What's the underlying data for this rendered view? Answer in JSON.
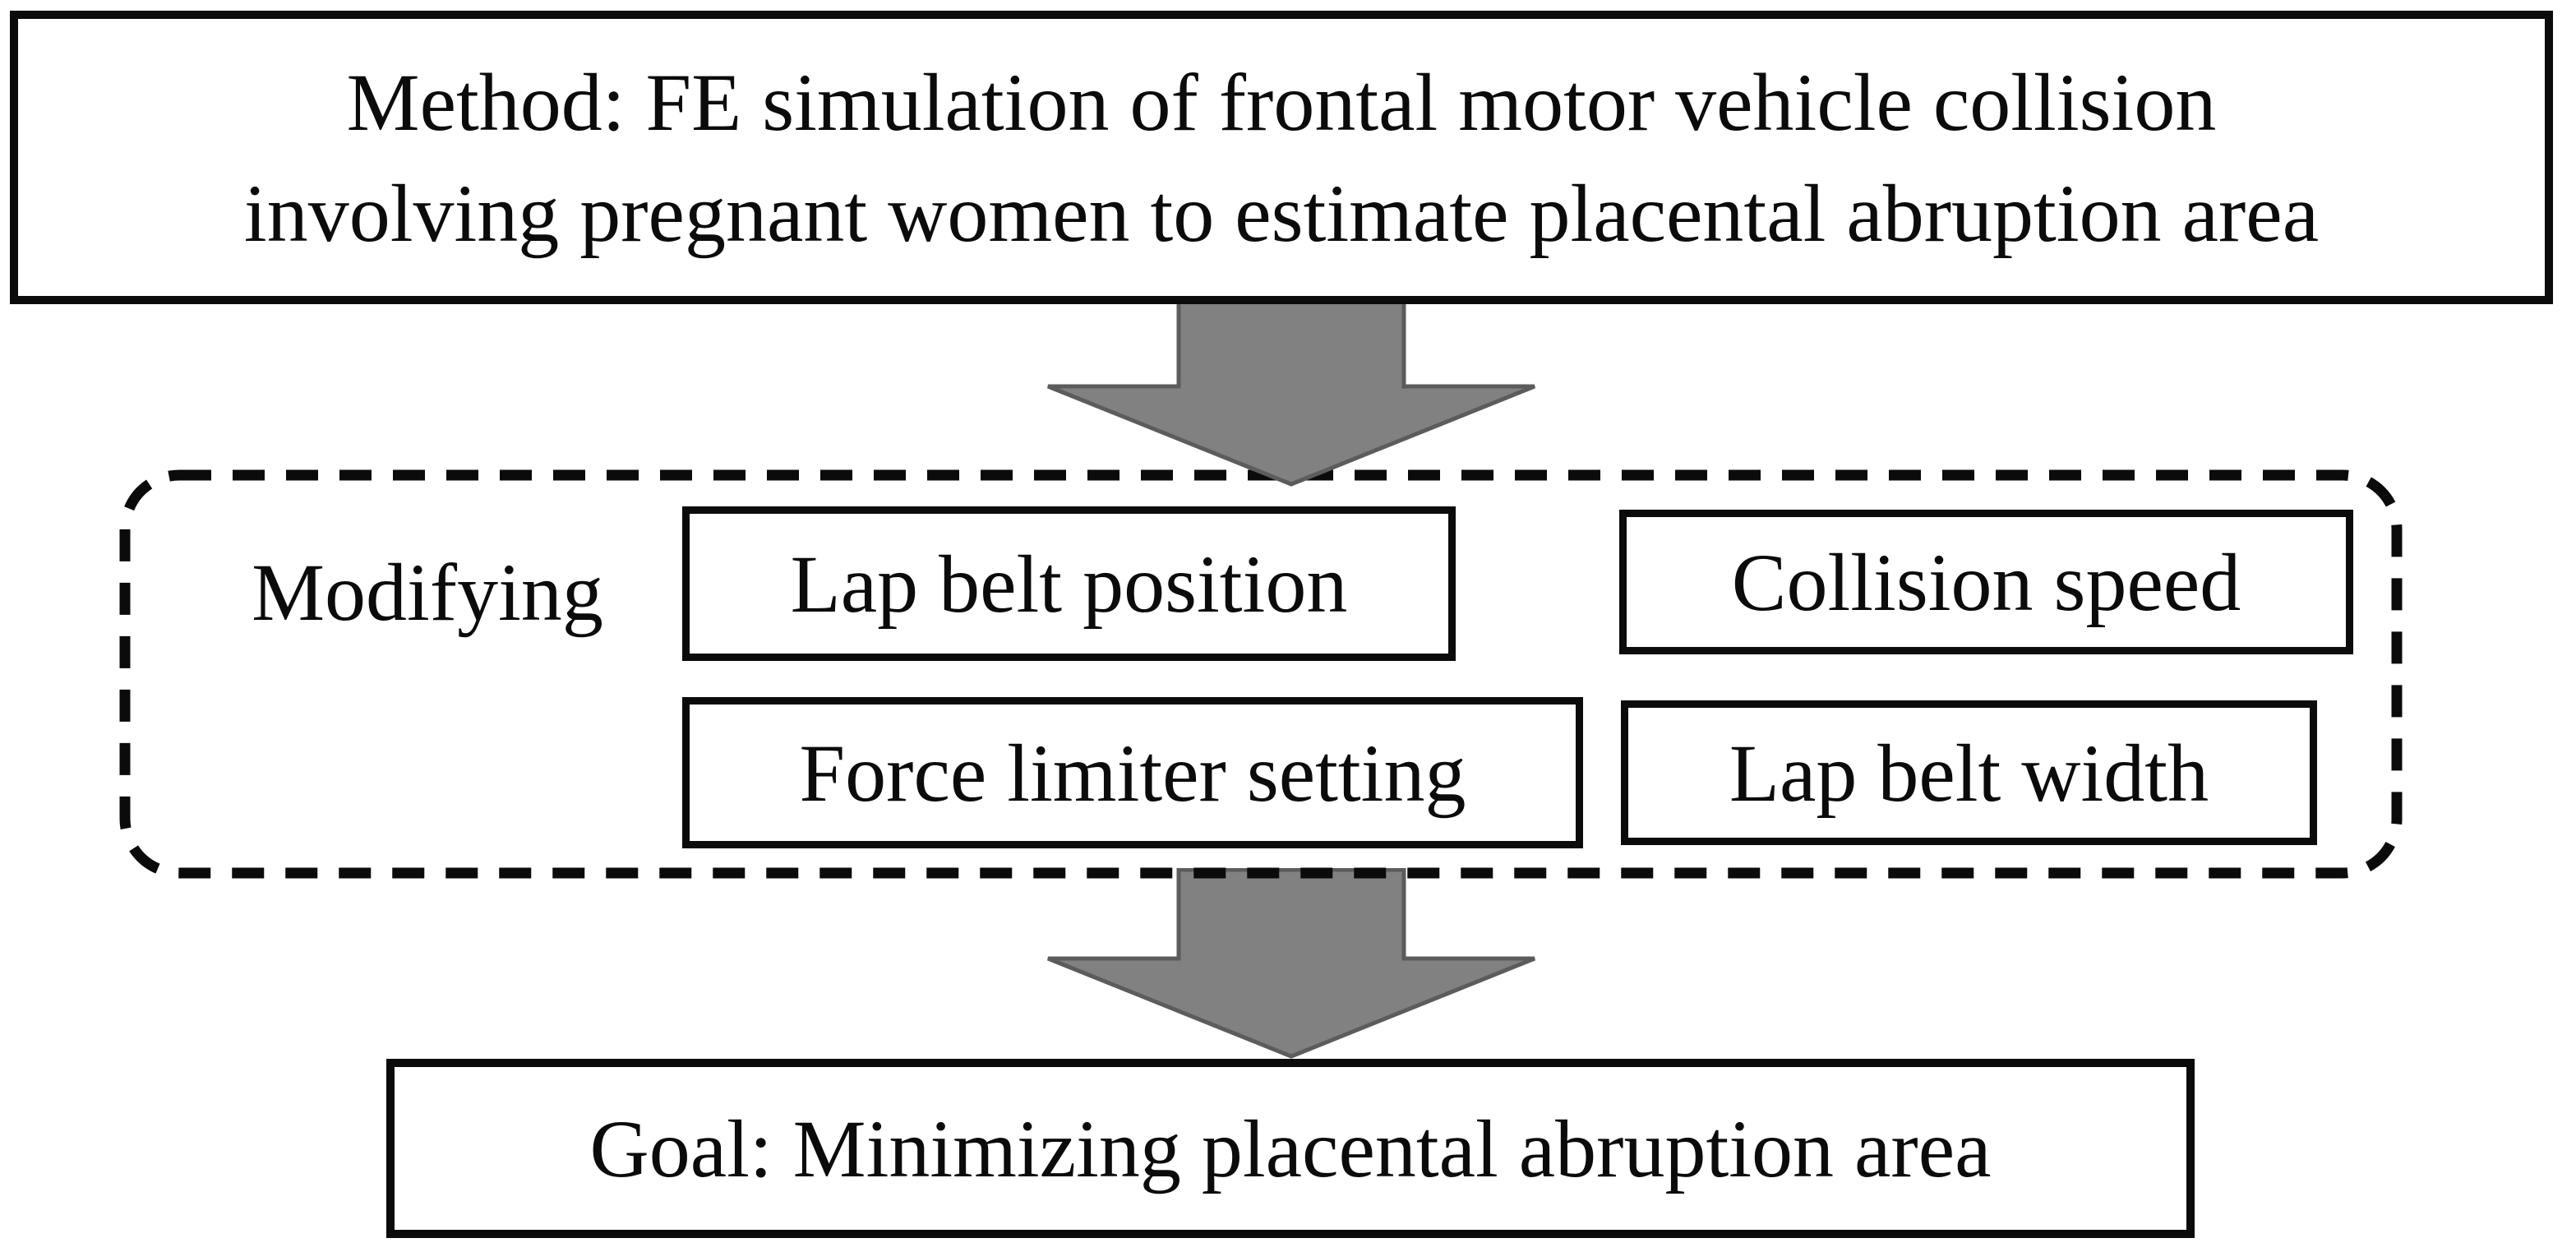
{
  "method_box": {
    "line1": "Method: FE simulation of frontal motor vehicle collision",
    "line2": "involving pregnant women to estimate placental abruption area"
  },
  "modifying_group": {
    "label": "Modifying",
    "factors": [
      {
        "label": "Lap belt position"
      },
      {
        "label": "Collision speed"
      },
      {
        "label": "Force limiter setting"
      },
      {
        "label": "Lap belt width"
      }
    ]
  },
  "goal_box": {
    "text": "Goal: Minimizing placental abruption area"
  },
  "arrows": {
    "direction": "down",
    "fill": "#818181",
    "stroke": "#5c5c5c"
  },
  "colors": {
    "border": "#0b0b0b",
    "text": "#0b0b0b",
    "background": "#ffffff"
  }
}
